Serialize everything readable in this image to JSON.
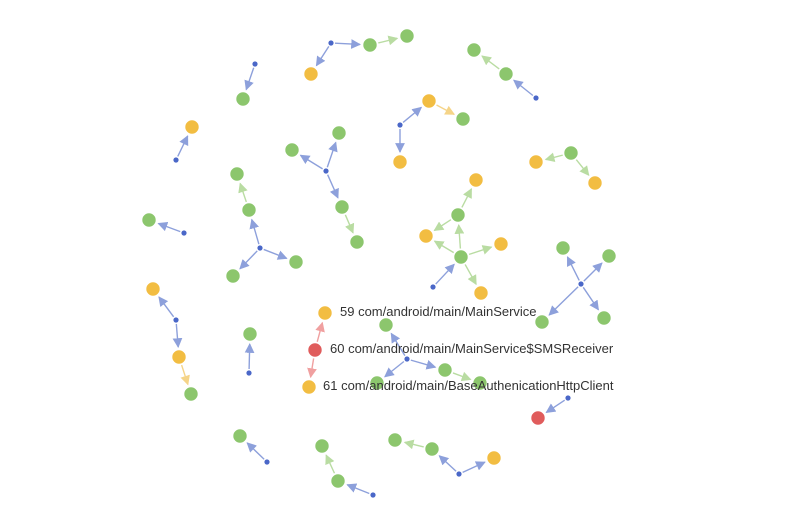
{
  "colors": {
    "green": "#8cc66d",
    "orange": "#f2bd42",
    "red": "#e05c5c",
    "blue": "#4a67c8",
    "edge_blue": "#8da0db",
    "edge_green": "#b9dca2",
    "edge_orange": "#f5d488",
    "edge_red": "#f0a0a0",
    "stroke": "#ffffff"
  },
  "graph": {
    "labels": {
      "n59": "59 com/android/main/MainService",
      "n60": "60 com/android/main/MainService$SMSReceiver",
      "n61": "61 com/android/main/BaseAuthenicationHttpClient"
    }
  }
}
